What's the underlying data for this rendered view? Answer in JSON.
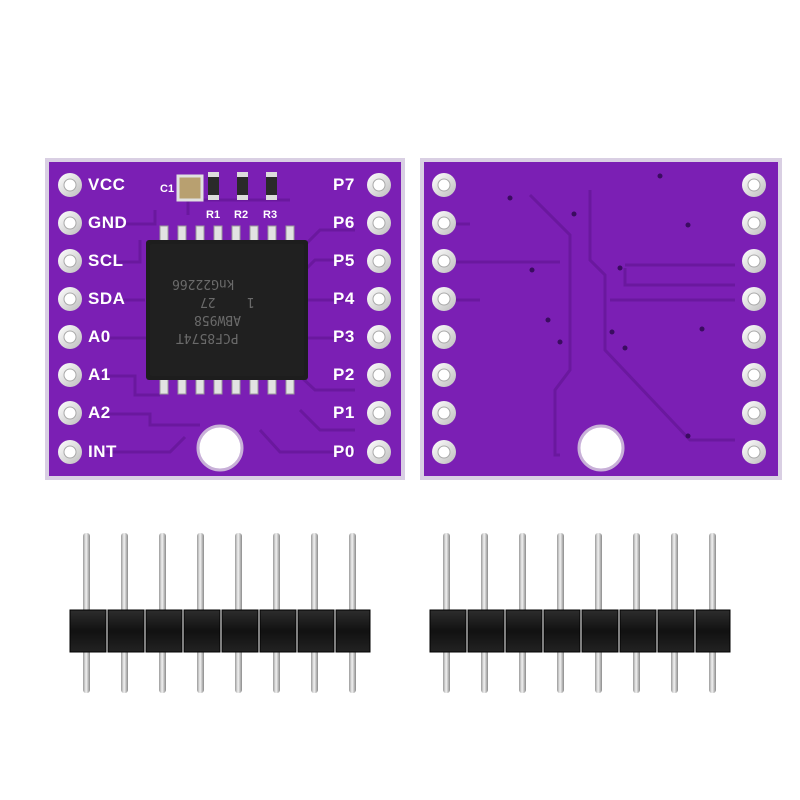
{
  "left_pins": [
    "VCC",
    "GND",
    "SCL",
    "SDA",
    "A0",
    "A1",
    "A2",
    "INT"
  ],
  "right_pins": [
    "P7",
    "P6",
    "P5",
    "P4",
    "P3",
    "P2",
    "P1",
    "P0"
  ],
  "components": {
    "c1": "C1",
    "r1": "R1",
    "r2": "R2",
    "r3": "R3"
  },
  "chip": {
    "line1": "PCF8574T",
    "line2": "ABW958",
    "line3": "1    27",
    "line4": "knG22266"
  },
  "colors": {
    "pcb": "#7b1fb4",
    "pcb_edge": "#c9b3d9",
    "trace": "#6a189e",
    "pad": "#e6e6e6",
    "header_body": "#1a1a1a",
    "pin": "#d4d4d4"
  }
}
